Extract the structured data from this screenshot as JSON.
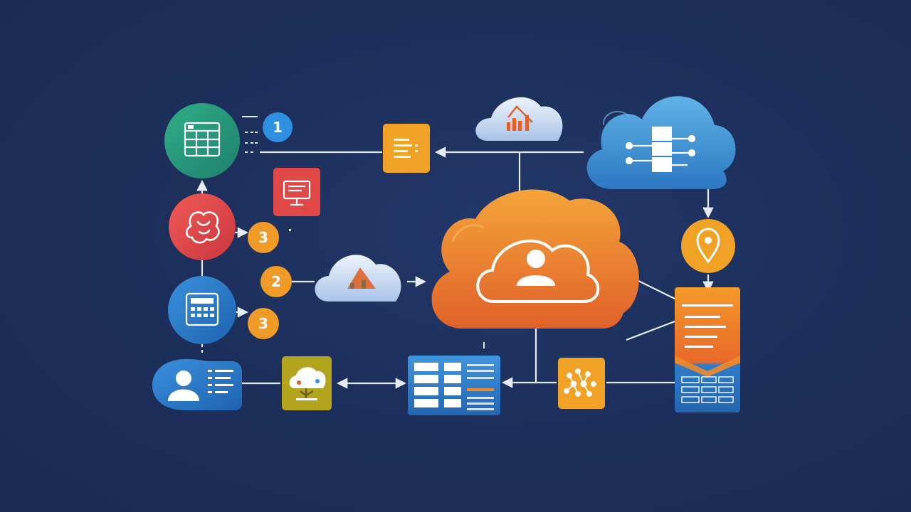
{
  "badges": {
    "badge_top": "1",
    "badge_mid_left": "3",
    "badge_middle": "2",
    "badge_low_left": "3"
  },
  "colors": {
    "background": "#1c2e5a",
    "green": "#239a7c",
    "red": "#e04848",
    "blue": "#2a7cd0",
    "orange": "#f0a227",
    "cloud_orange": "#ec8a30",
    "cloud_blue": "#3f8fd0",
    "olive": "#b2a41c",
    "connector": "#e6ecf5"
  },
  "icons": [
    "spreadsheet-icon",
    "brain-icon",
    "calculator-icon",
    "user-profile-icon",
    "document-list-icon",
    "monitor-icon",
    "cloud-chart-icon",
    "cloud-database-icon",
    "user-cloud-icon",
    "location-pin-icon",
    "report-document-icon",
    "network-nodes-icon",
    "data-table-icon",
    "cloud-tree-icon"
  ]
}
